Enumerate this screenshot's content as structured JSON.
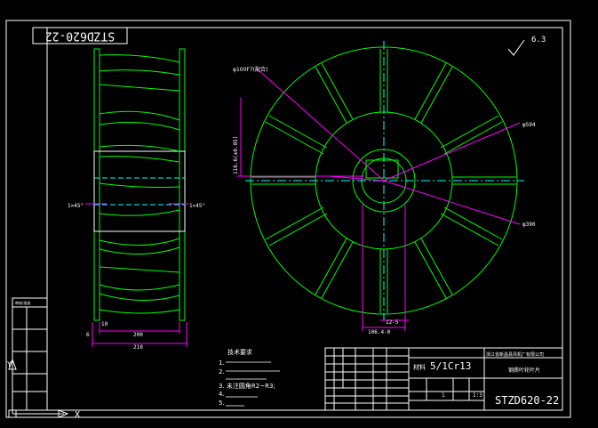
{
  "drawing": {
    "code_rotated": "STZD620-22",
    "surface_roughness": "6.3",
    "dims": {
      "bore": "φ100F7(配合)",
      "outer_dia": "φ594",
      "hub_dia": "φ390",
      "key_dim": "116.6(±0.05)",
      "chamfer_left": "1×45°",
      "chamfer_right": "1×45°",
      "d10": "10",
      "d6": "6",
      "d200": "200",
      "d210": "210",
      "d12": "12-5",
      "d106": "106.4-0"
    },
    "notes": {
      "heading": "技术要求",
      "lines": [
        "1.",
        "2.",
        "3. 未注圆角R2~R3;",
        "4.",
        "5."
      ]
    },
    "title_block": {
      "company": "浙江省新昌县风机厂有限公司",
      "material": "5/1Cr13",
      "part_name": "钢质叶轮叶片",
      "drawing_code": "STZD620-22",
      "qty": "1",
      "scale": "1:3"
    },
    "side_table": {
      "header": "审核/批准"
    }
  },
  "ucs": {
    "x_label": "X",
    "y_label": "Y"
  }
}
